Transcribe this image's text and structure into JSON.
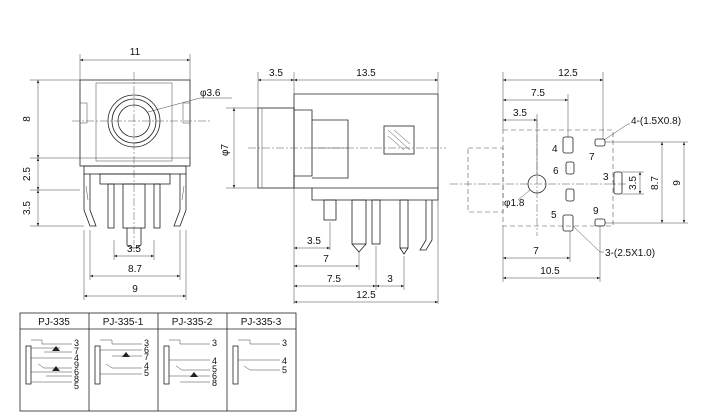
{
  "front_view": {
    "width_11": "11",
    "height_8": "8",
    "height_2_5": "2.5",
    "height_3_5": "3.5",
    "phi_3_6": "φ3.6",
    "pin_3_5": "3.5",
    "pin_8_7": "8.7",
    "pin_9": "9"
  },
  "side_view": {
    "front_3_5": "3.5",
    "body_13_5": "13.5",
    "phi_7": "φ7",
    "pin_3_5": "3.5",
    "pin_7": "7",
    "pin_7_5": "7.5",
    "pin_3": "3",
    "total_12_5": "12.5"
  },
  "footprint": {
    "top_12_5": "12.5",
    "top_7_5": "7.5",
    "top_3_5": "3.5",
    "hole_4": "4-(1.5X0.8)",
    "hole_3": "3-(2.5X1.0)",
    "phi_1_8": "φ1.8",
    "right_3_5": "3.5",
    "right_8_7": "8.7",
    "right_9": "9",
    "bottom_7": "7",
    "bottom_10_5": "10.5",
    "pad_4": "4",
    "pad_7": "7",
    "pad_6": "6",
    "pad_3": "3",
    "pad_5": "5",
    "pad_9": "9"
  },
  "schematic_table": {
    "headers": [
      "PJ-335",
      "PJ-335-1",
      "PJ-335-2",
      "PJ-335-3"
    ],
    "pins": [
      [
        "3",
        "7",
        "4",
        "9",
        "6",
        "8",
        "5"
      ],
      [
        "3",
        "6",
        "7",
        "4",
        "5"
      ],
      [
        "3",
        "4",
        "5",
        "6",
        "8"
      ],
      [
        "3",
        "4",
        "5"
      ]
    ]
  }
}
